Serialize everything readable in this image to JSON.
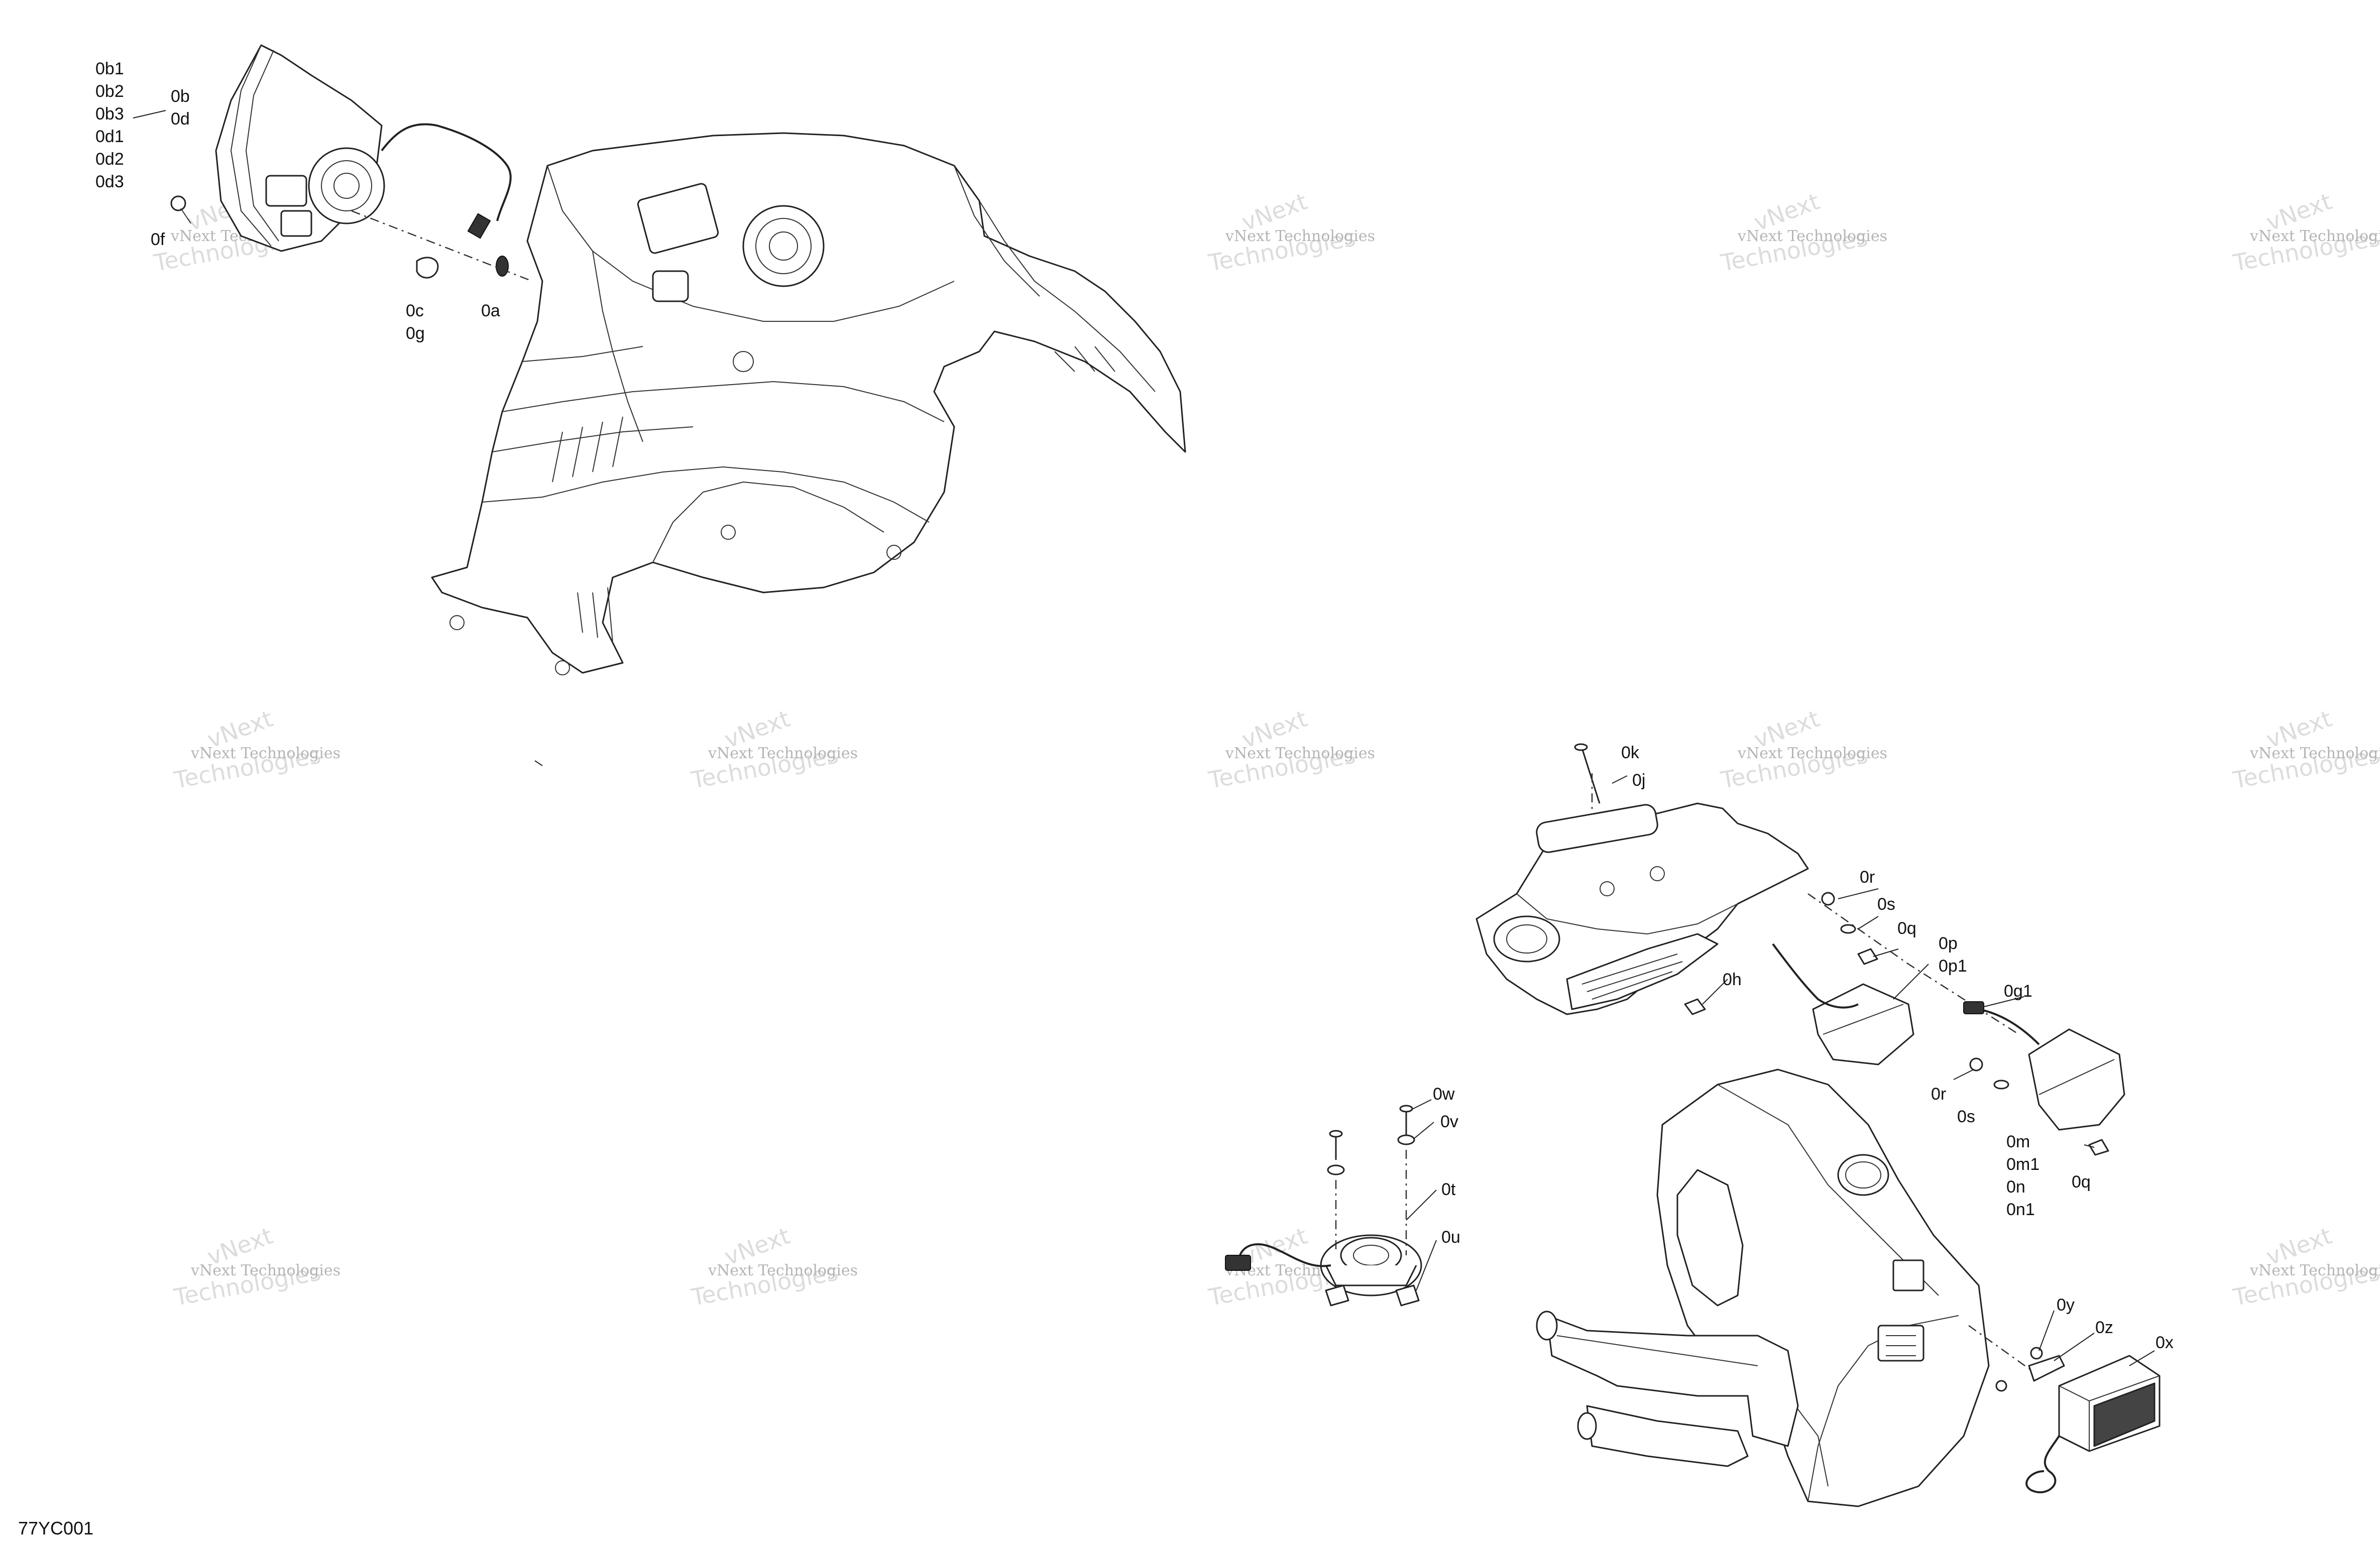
{
  "watermark": {
    "line1": "vNext Technologies",
    "line2": "vNext",
    "line3": "Technologies"
  },
  "reference_code": "77YC001",
  "callouts": {
    "c_0b1": "0b1",
    "c_0b2": "0b2",
    "c_0b3": "0b3",
    "c_0d1": "0d1",
    "c_0d2": "0d2",
    "c_0d3": "0d3",
    "c_0b": "0b",
    "c_0d": "0d",
    "c_0f": "0f",
    "c_0c": "0c",
    "c_0g": "0g",
    "c_0a": "0a",
    "c_0k": "0k",
    "c_0j": "0j",
    "c_0r_a": "0r",
    "c_0s_a": "0s",
    "c_0q_a": "0q",
    "c_0p": "0p",
    "c_0p1": "0p1",
    "c_0h": "0h",
    "c_0g1": "0g1",
    "c_0r_b": "0r",
    "c_0s_b": "0s",
    "c_0m": "0m",
    "c_0m1": "0m1",
    "c_0n": "0n",
    "c_0n1": "0n1",
    "c_0q_b": "0q",
    "c_0w": "0w",
    "c_0v": "0v",
    "c_0t": "0t",
    "c_0u": "0u",
    "c_0y": "0y",
    "c_0z": "0z",
    "c_0x": "0x"
  },
  "colors": {
    "line": "#222222",
    "watermark_text": "#b5b5b5",
    "watermark_logo": "#dcdcdc",
    "background": "#ffffff"
  }
}
